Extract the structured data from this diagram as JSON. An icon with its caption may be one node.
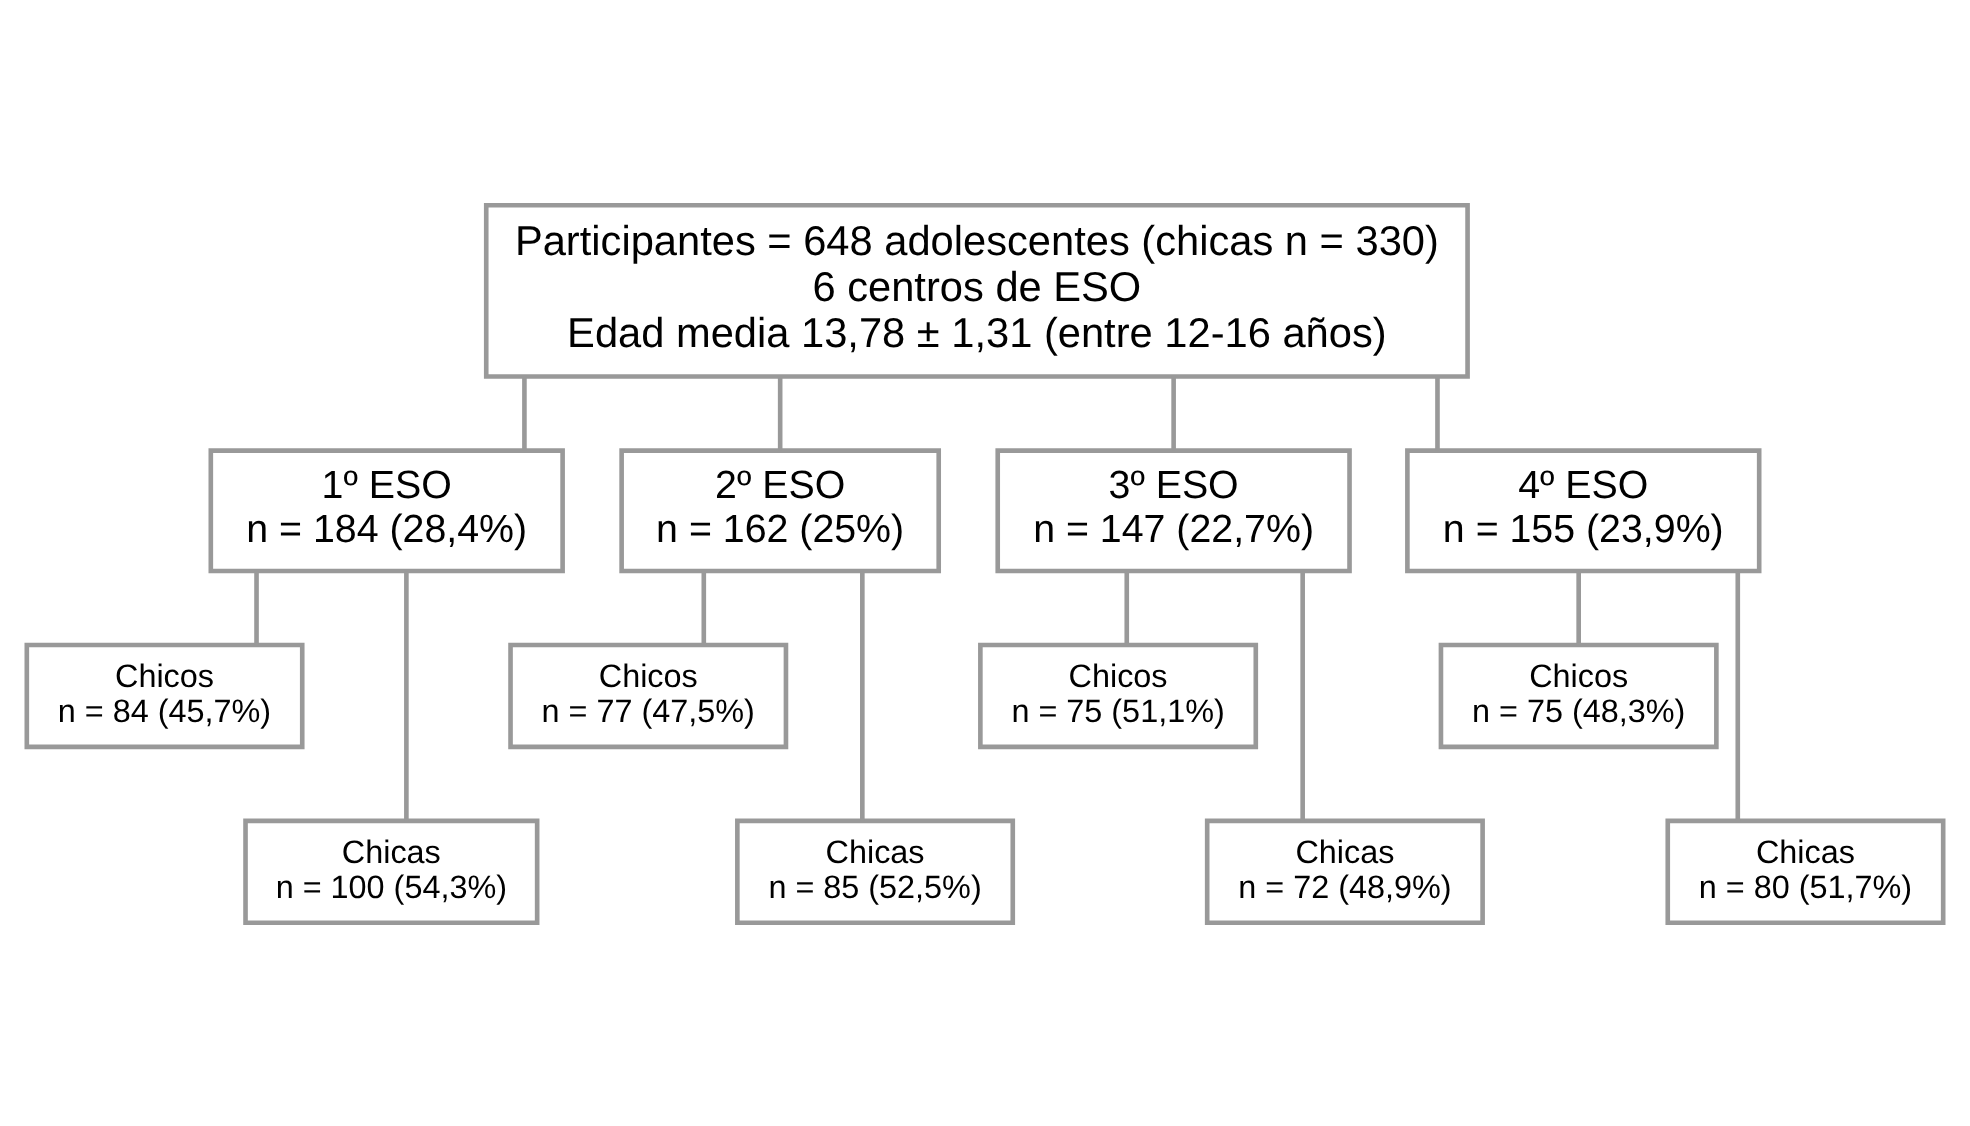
{
  "diagram": {
    "nodes": [
      {
        "text": [
          "Participantes = 648 adolescentes (chicas n = 330)",
          "6 centros de ESO",
          "Edad media 13,78 ± 1,31 (entre 12-16 años)"
        ]
      },
      {
        "text": [
          "1º ESO",
          "n = 184 (28,4%)"
        ]
      },
      {
        "text": [
          "2º ESO",
          "n = 162 (25%)"
        ]
      },
      {
        "text": [
          "3º ESO",
          "n = 147 (22,7%)"
        ]
      },
      {
        "text": [
          "4º ESO",
          "n = 155 (23,9%)"
        ]
      },
      {
        "text": [
          "Chicos",
          "n = 84 (45,7%)"
        ]
      },
      {
        "text": [
          "Chicos",
          "n = 77 (47,5%)"
        ]
      },
      {
        "text": [
          "Chicos",
          "n = 75 (51,1%)"
        ]
      },
      {
        "text": [
          "Chicos",
          "n = 75 (48,3%)"
        ]
      },
      {
        "text": [
          "Chicas",
          "n = 100 (54,3%)"
        ]
      },
      {
        "text": [
          "Chicas",
          "n = 85 (52,5%)"
        ]
      },
      {
        "text": [
          "Chicas",
          "n = 72 (48,9%)"
        ]
      },
      {
        "text": [
          "Chicas",
          "n = 80 (51,7%)"
        ]
      }
    ],
    "edges": [
      {
        "from": 0,
        "to": 1,
        "arrow": "none"
      },
      {
        "from": 0,
        "to": 2,
        "arrow": "none"
      },
      {
        "from": 0,
        "to": 3,
        "arrow": "none"
      },
      {
        "from": 0,
        "to": 4,
        "arrow": "none"
      },
      {
        "from": 1,
        "to": 5,
        "arrow": "none"
      },
      {
        "from": 1,
        "to": 9,
        "arrow": "none"
      },
      {
        "from": 2,
        "to": 6,
        "arrow": "none"
      },
      {
        "from": 2,
        "to": 10,
        "arrow": "none"
      },
      {
        "from": 3,
        "to": 7,
        "arrow": "none"
      },
      {
        "from": 3,
        "to": 11,
        "arrow": "none"
      },
      {
        "from": 4,
        "to": 8,
        "arrow": "none"
      },
      {
        "from": 4,
        "to": 12,
        "arrow": "none"
      }
    ]
  }
}
